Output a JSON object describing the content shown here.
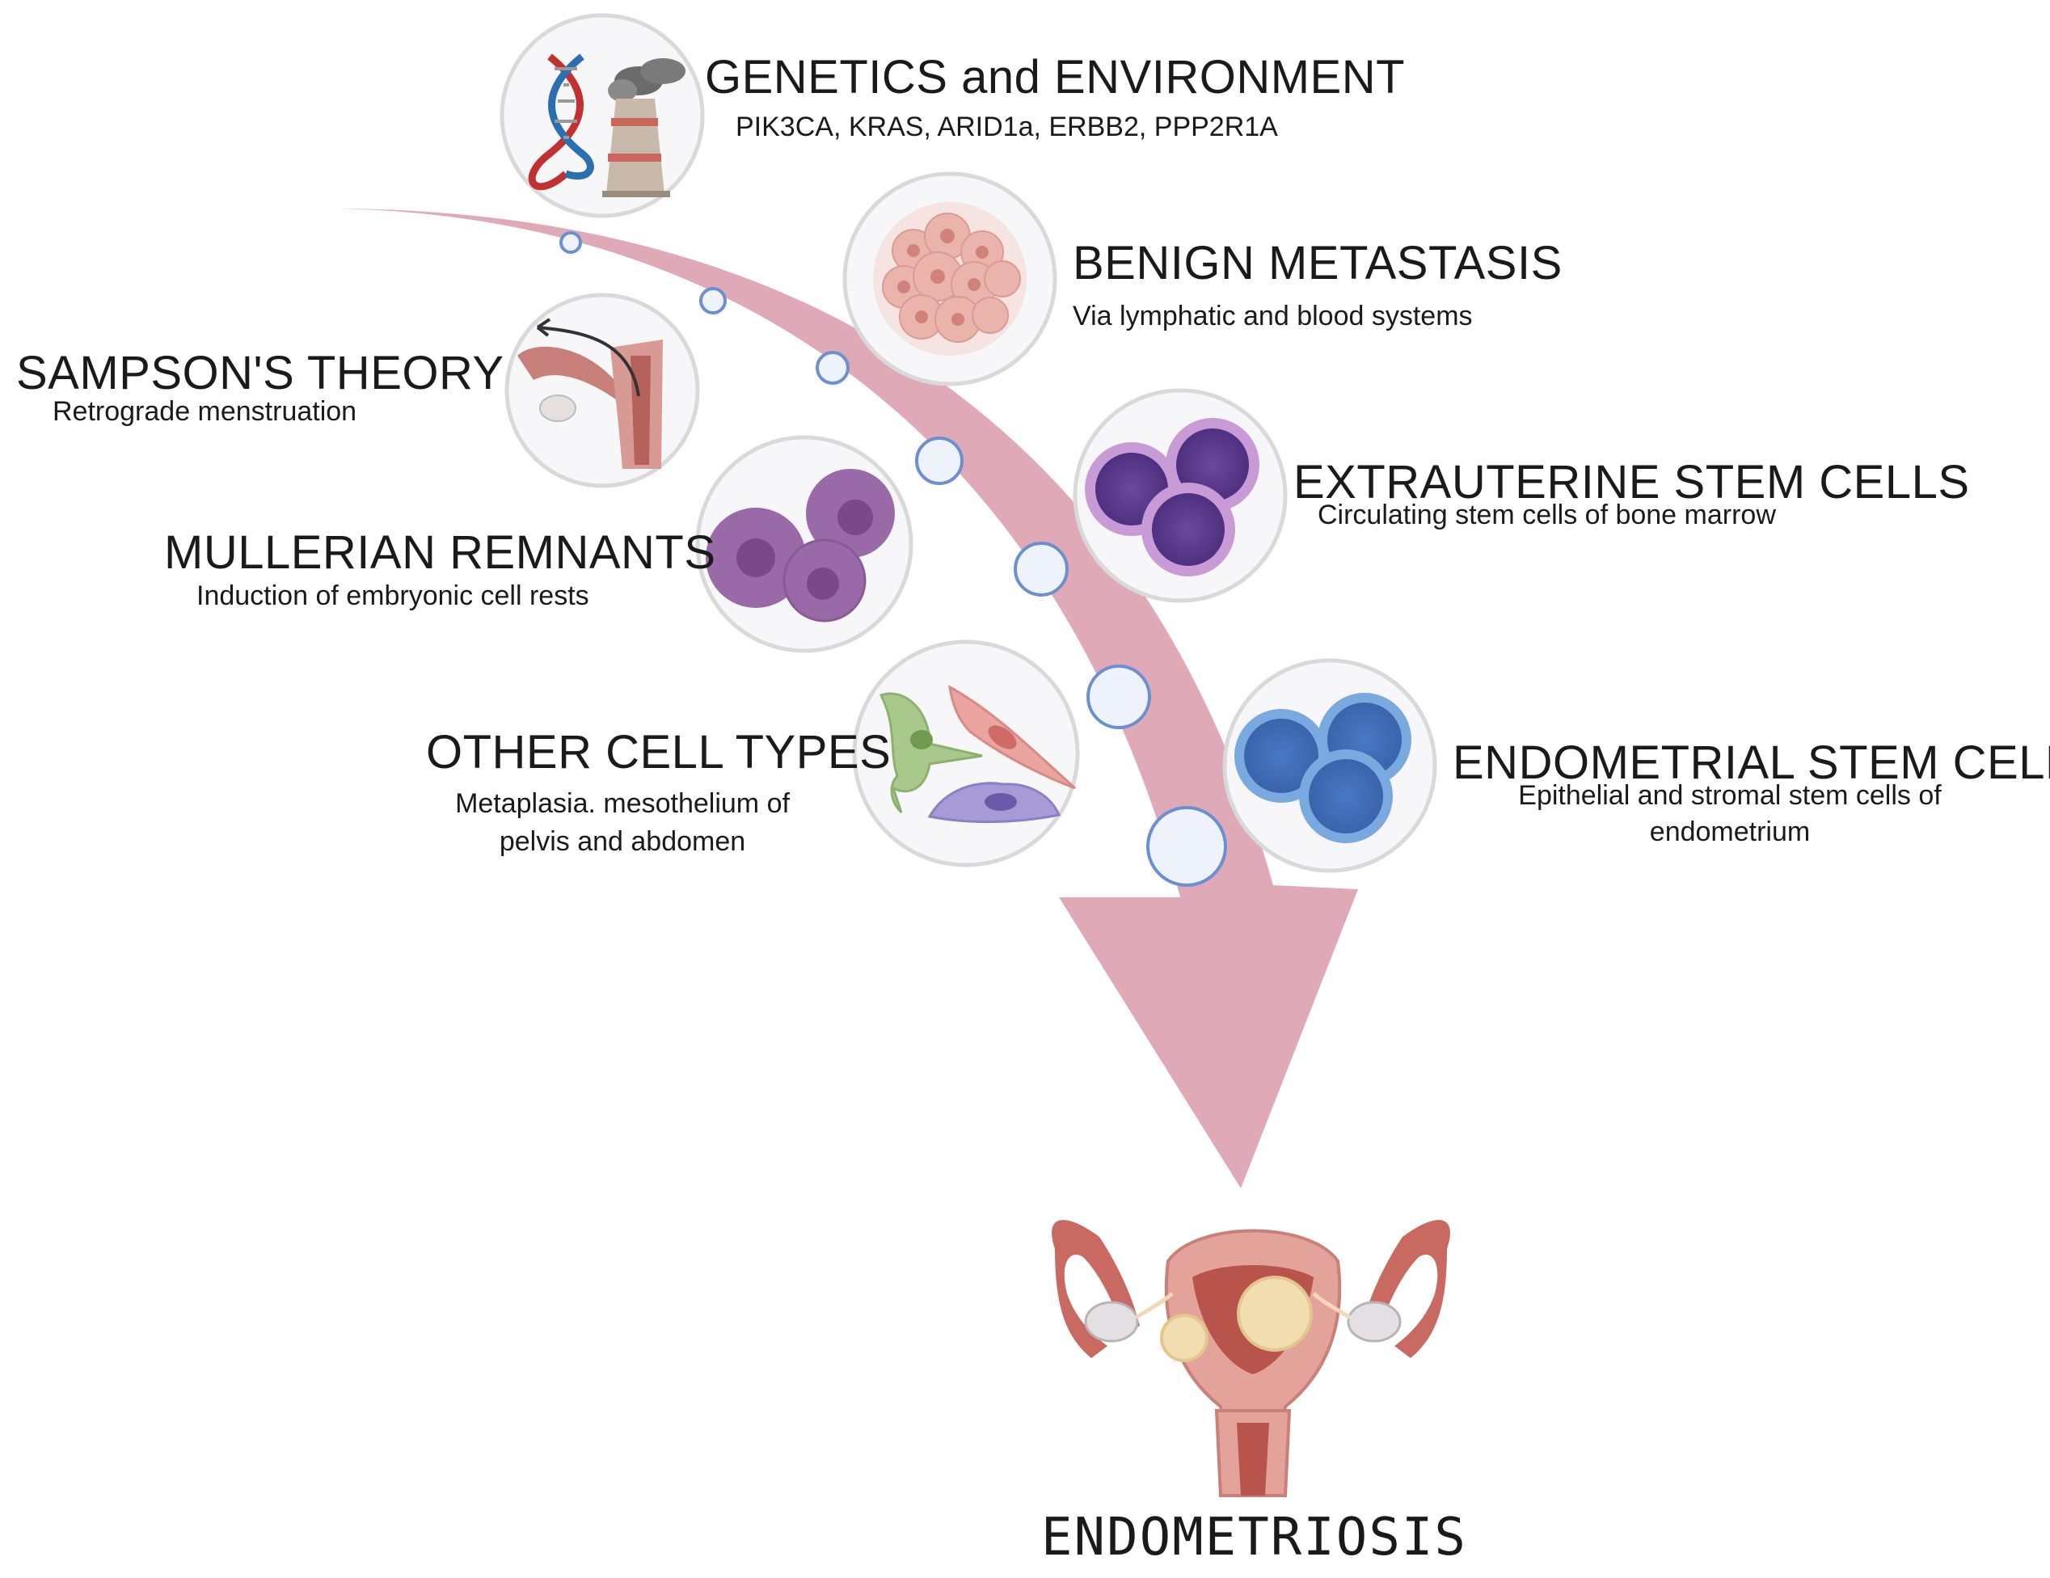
{
  "factors": {
    "genetics": {
      "title": "GENETICS and ENVIRONMENT",
      "subtitle": "PIK3CA, KRAS, ARID1a, ERBB2, PPP2R1A"
    },
    "benign": {
      "title": "BENIGN METASTASIS",
      "subtitle": "Via lymphatic and blood systems"
    },
    "sampson": {
      "title": "SAMPSON'S THEORY",
      "subtitle": "Retrograde menstruation"
    },
    "extrauterine": {
      "title": "EXTRAUTERINE STEM CELLS",
      "subtitle": "Circulating stem cells of bone marrow"
    },
    "mullerian": {
      "title": "MULLERIAN REMNANTS",
      "subtitle": "Induction of embryonic cell rests"
    },
    "other": {
      "title": "OTHER CELL TYPES",
      "subtitle_line1": "Metaplasia. mesothelium of",
      "subtitle_line2": "pelvis and abdomen"
    },
    "endometrial": {
      "title": "ENDOMETRIAL STEM CELLS",
      "subtitle_line1": "Epithelial and stromal stem cells of",
      "subtitle_line2": "endometrium"
    }
  },
  "outcome": {
    "label": "ENDOMETRIOSIS"
  },
  "icons": [
    "dna-icon",
    "factory-icon",
    "cell-cluster-icon",
    "uterus-retrograde-icon",
    "stem-cell-icon",
    "mullerian-cell-icon",
    "mixed-cell-icon",
    "uterus-endometriosis-icon"
  ],
  "colors": {
    "arrow": "#dfa9b8",
    "circle_border": "#dadada",
    "bubble_border": "#6b8fd1",
    "extrauterine_cell": "#5b3a8a",
    "endometrial_cell": "#3f6fc0",
    "mullerian_cell": "#9a6aa8"
  }
}
